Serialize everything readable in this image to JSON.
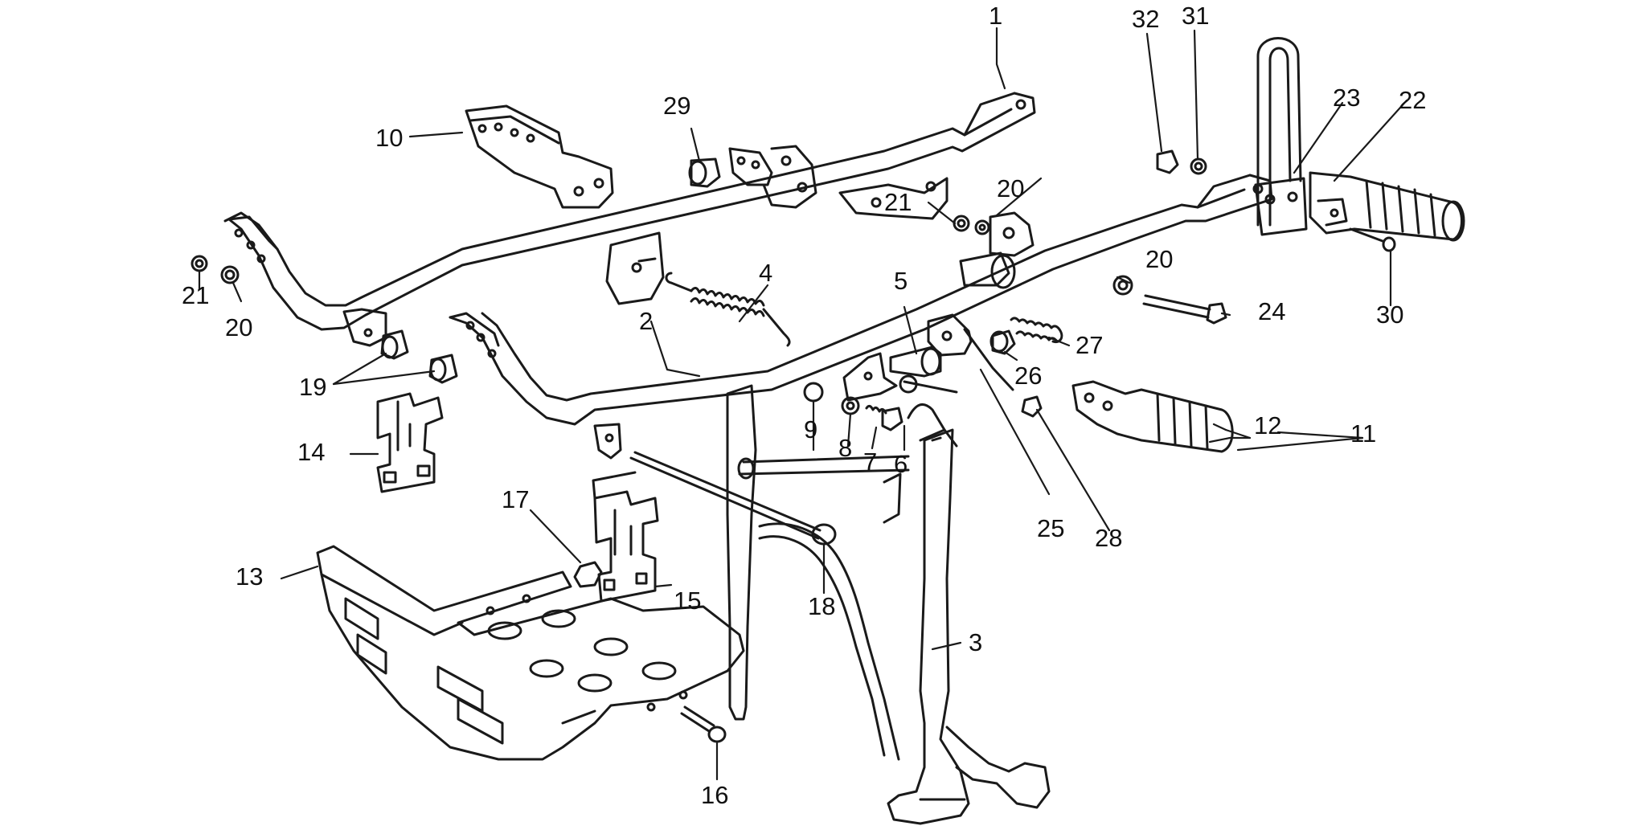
{
  "diagram": {
    "line_color": "#1a1a1a",
    "background": "#ffffff",
    "labels": {
      "n1": "1",
      "n2": "2",
      "n3": "3",
      "n4": "4",
      "n5": "5",
      "n6": "6",
      "n7": "7",
      "n8": "8",
      "n9": "9",
      "n10": "10",
      "n11": "11",
      "n12": "12",
      "n13": "13",
      "n14": "14",
      "n15": "15",
      "n16": "16",
      "n17": "17",
      "n18": "18",
      "n19": "19",
      "n20a": "20",
      "n20b": "20",
      "n20c": "20",
      "n21a": "21",
      "n21b": "21",
      "n22": "22",
      "n23": "23",
      "n24": "24",
      "n25": "25",
      "n26": "26",
      "n27": "27",
      "n28": "28",
      "n29": "29",
      "n30": "30",
      "n31": "31",
      "n32": "32"
    }
  }
}
